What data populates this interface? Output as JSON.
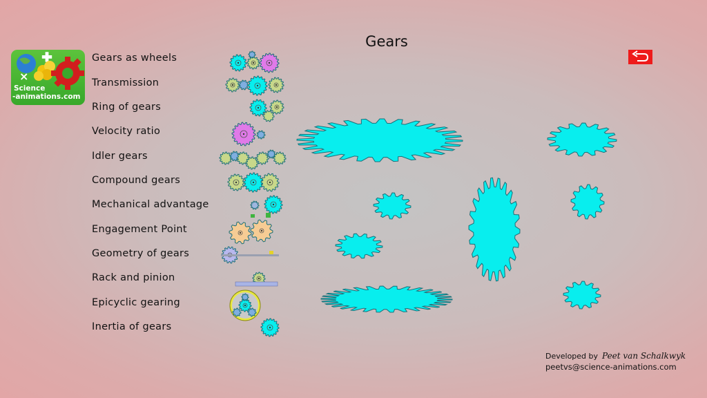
{
  "page": {
    "title": "Gears"
  },
  "logo": {
    "line1": "Science",
    "line2": "-animations.com"
  },
  "back_button": {
    "label": "back",
    "icon": "return-arrow-icon",
    "color": "#ee1b1b"
  },
  "menu": [
    {
      "label": "Gears as wheels",
      "thumb": "gears-as-wheels-thumbnail"
    },
    {
      "label": "Transmission",
      "thumb": "transmission-thumbnail"
    },
    {
      "label": "Ring of gears",
      "thumb": "ring-of-gears-thumbnail"
    },
    {
      "label": "Velocity ratio",
      "thumb": "velocity-ratio-thumbnail"
    },
    {
      "label": "Idler gears",
      "thumb": "idler-gears-thumbnail"
    },
    {
      "label": "Compound gears",
      "thumb": "compound-gears-thumbnail"
    },
    {
      "label": "Mechanical advantage",
      "thumb": "mechanical-advantage-thumbnail"
    },
    {
      "label": "Engagement Point",
      "thumb": "engagement-point-thumbnail"
    },
    {
      "label": "Geometry of gears",
      "thumb": "geometry-of-gears-thumbnail"
    },
    {
      "label": "Rack and pinion",
      "thumb": "rack-and-pinion-thumbnail"
    },
    {
      "label": "Epicyclic gearing",
      "thumb": "epicyclic-gearing-thumbnail"
    },
    {
      "label": "Inertia of gears",
      "thumb": "inertia-of-gears-thumbnail"
    }
  ],
  "credit": {
    "prefix": "Developed by",
    "name": "Peet van Schalkwyk",
    "email": "peetvs@science-animations.com"
  },
  "colors": {
    "gear_fill": "#08eeee",
    "gear_stroke": "#1a6f78",
    "magenta_gear": "#e07ae8",
    "olive_gear": "#c8d88a",
    "peach_gear": "#f6cc94"
  }
}
